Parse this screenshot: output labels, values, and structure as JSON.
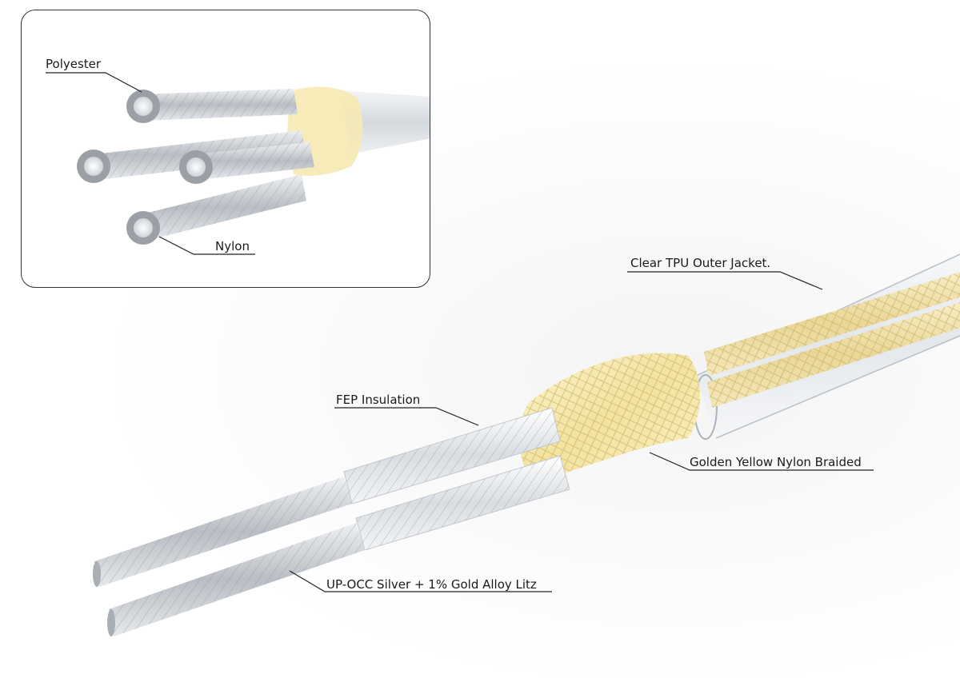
{
  "inset": {
    "labels": {
      "polyester": "Polyester",
      "nylon": "Nylon"
    }
  },
  "main": {
    "labels": {
      "outer_jacket": "Clear TPU Outer Jacket.",
      "insulation": "FEP Insulation",
      "braid": "Golden Yellow Nylon Braided",
      "conductor": "UP-OCC Silver + 1% Gold Alloy Litz"
    }
  },
  "colors": {
    "braid": "#f2e3a8",
    "braid_dark": "#d9c47a",
    "silver": "#c8ccd0",
    "silver_dark": "#8d939a",
    "jacket": "#e8edf1",
    "leader": "#222222"
  }
}
